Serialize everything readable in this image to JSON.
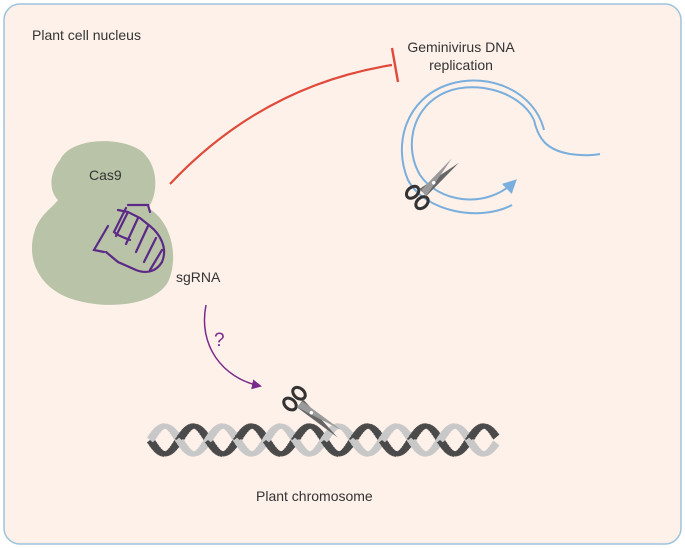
{
  "labels": {
    "nucleus": "Plant cell nucleus",
    "geminivirus": "Geminivirus DNA replication",
    "cas9": "Cas9",
    "sgrna": "sgRNA",
    "question": "?",
    "chromosome": "Plant chromosome"
  },
  "colors": {
    "nucleus_fill": "#fdf1ea",
    "nucleus_border": "#9ec3dc",
    "cas9_fill": "#b9c3a7",
    "sgrna": "#5b2a86",
    "inhibition": "#e04a3a",
    "arrow": "#7b2a8c",
    "viral_dna": "#7aaedc",
    "helix_dark": "#4a4a4a",
    "helix_light": "#c8c8c8"
  },
  "icons": {
    "scissors_viral": "scissors-icon",
    "scissors_chromosome": "scissors-icon"
  }
}
